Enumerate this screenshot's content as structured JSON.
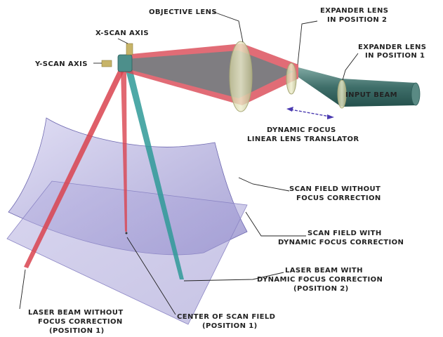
{
  "labels": {
    "objective_lens": "OBJECTIVE LENS",
    "expander_pos2_l1": "EXPANDER LENS",
    "expander_pos2_l2": "IN POSITION 2",
    "expander_pos1_l1": "EXPANDER LENS",
    "expander_pos1_l2": "IN POSITION 1",
    "x_scan_axis": "X-SCAN AXIS",
    "y_scan_axis": "Y-SCAN AXIS",
    "input_beam": "INPUT BEAM",
    "dynamic_focus_l1": "DYNAMIC FOCUS",
    "dynamic_focus_l2": "LINEAR LENS TRANSLATOR",
    "scan_field_without_l1": "SCAN FIELD WITHOUT",
    "scan_field_without_l2": "FOCUS CORRECTION",
    "scan_field_with_l1": "SCAN FIELD WITH",
    "scan_field_with_l2": "DYNAMIC FOCUS CORRECTION",
    "laser_with_l1": "LASER BEAM WITH",
    "laser_with_l2": "DYNAMIC FOCUS CORRECTION",
    "laser_with_l3": "(POSITION 2)",
    "laser_without_l1": "LASER BEAM WITHOUT",
    "laser_without_l2": "FOCUS CORRECTION",
    "laser_without_l3": "(POSITION 1)",
    "center_l1": "CENTER OF SCAN FIELD",
    "center_l2": "(POSITION 1)"
  },
  "colors": {
    "beam_red": "#d9434f",
    "beam_teal": "#2f9a98",
    "input_beam": "#3f6f6a",
    "lens": "#d8d8a8",
    "curved_field": "#b7b3e0",
    "flat_field": "#a7a2d8",
    "arrow": "#4a3ab0"
  }
}
